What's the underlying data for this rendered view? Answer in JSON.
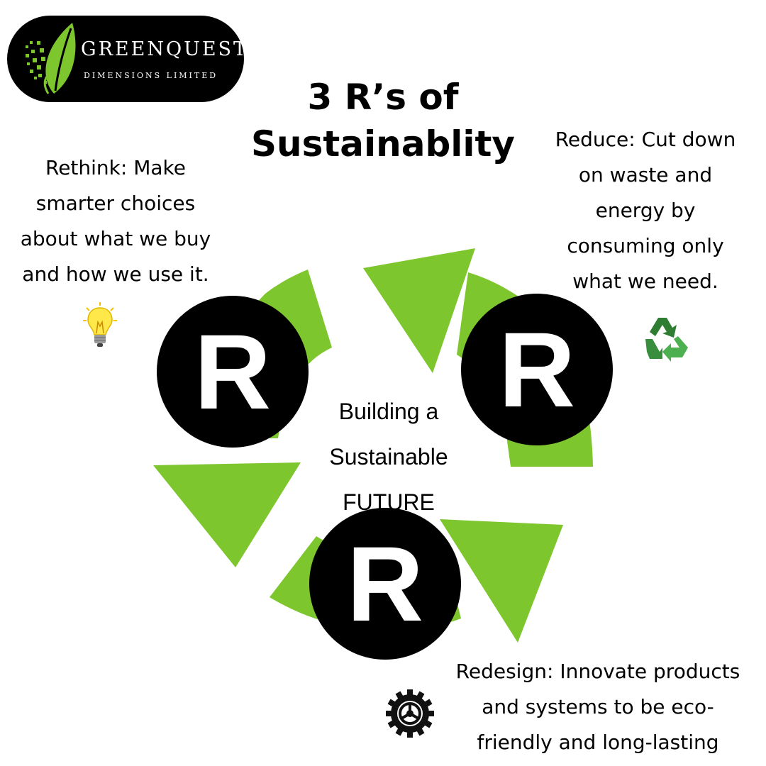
{
  "logo": {
    "name": "GREENQUEST",
    "tagline": "DIMENSIONS LIMITED"
  },
  "title": {
    "line1": "3 R’s of",
    "line2": "Sustainablity"
  },
  "center": {
    "line1": "Building a",
    "line2": "Sustainable",
    "line3": "FUTURE"
  },
  "rethink": {
    "lines": [
      "Rethink: Make",
      "smarter choices",
      "about what we buy",
      "and how we use it."
    ],
    "icon": "lightbulb-icon"
  },
  "reduce": {
    "lines": [
      "Reduce: Cut down",
      "on waste and",
      "energy by",
      "consuming only",
      "what we need."
    ],
    "icon": "recycle-icon"
  },
  "redesign": {
    "lines": [
      "Redesign: Innovate products",
      "and systems to be eco-",
      "friendly and long-lasting"
    ],
    "icon": "gear-icon"
  },
  "circle_letter": "R",
  "colors": {
    "arrow_green": "#7dc62d",
    "logo_bg": "#000000",
    "circle": "#000000"
  }
}
